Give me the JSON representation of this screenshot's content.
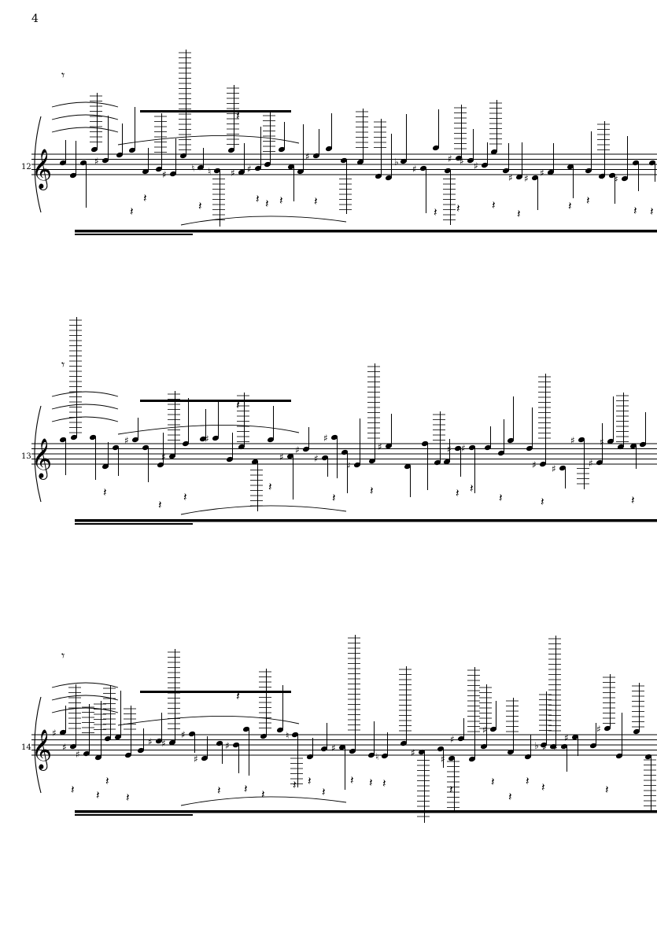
{
  "page": {
    "number": "4"
  },
  "systems": [
    {
      "measure": "12"
    },
    {
      "measure": "13"
    },
    {
      "measure": "14"
    }
  ],
  "glyphs": {
    "sharp": "♯",
    "natural": "♮",
    "flat": "♭",
    "treble_clef": "𝄞",
    "eighth_rest": "𝄾",
    "quarter_rest": "𝄽"
  },
  "colors": {
    "ink": "#000000",
    "paper": "#ffffff"
  }
}
